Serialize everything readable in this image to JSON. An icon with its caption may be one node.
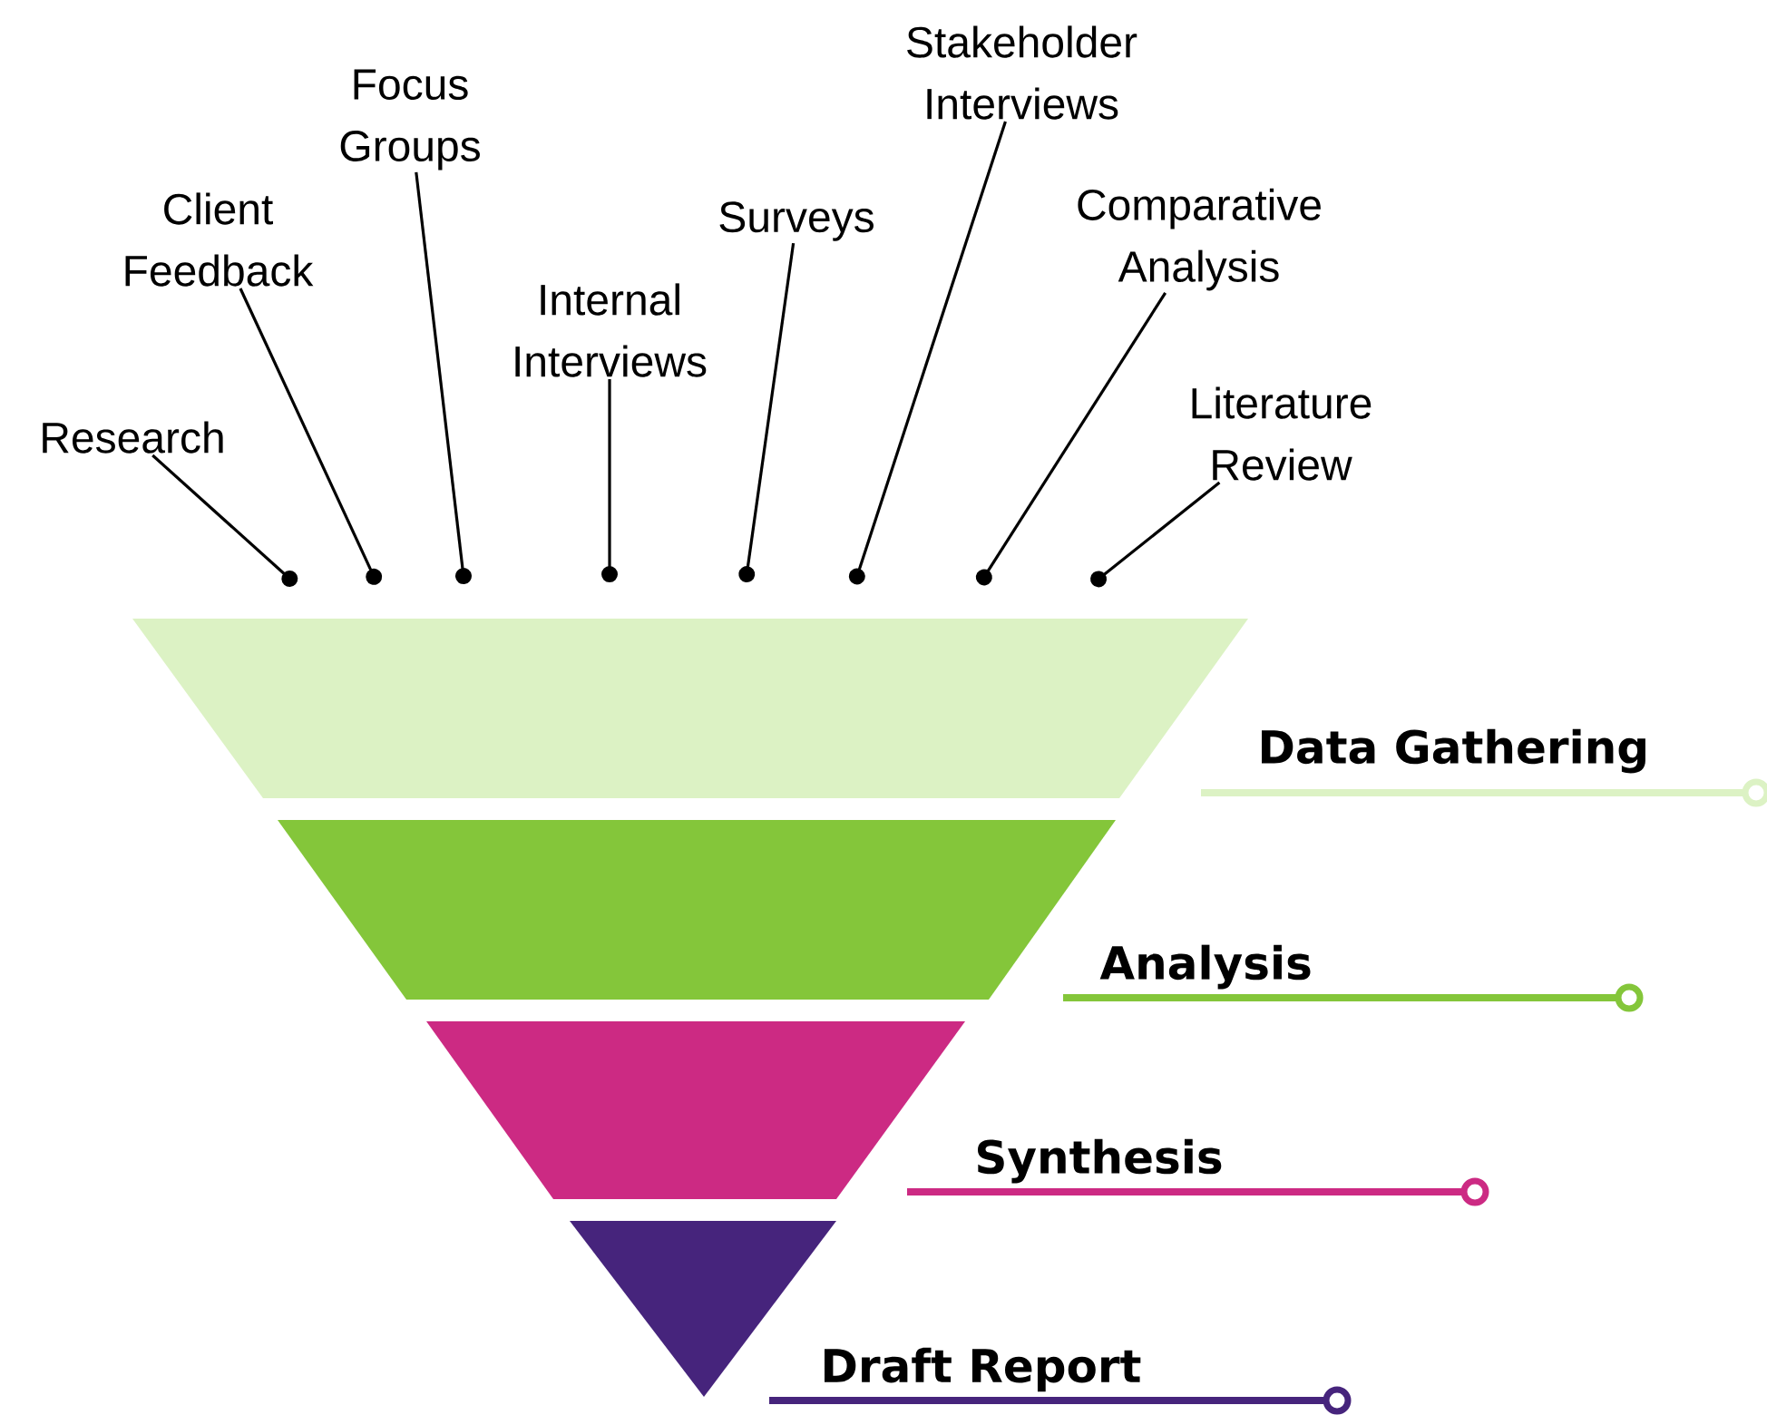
{
  "diagram": {
    "nodes": [
      {
        "text": [],
        "shape": "trapezoid",
        "beside": [
          "Data Gathering"
        ]
      },
      {
        "text": [],
        "shape": "trapezoid",
        "beside": [
          "Analysis"
        ]
      },
      {
        "text": [],
        "shape": "trapezoid",
        "beside": [
          "Synthesis"
        ]
      },
      {
        "text": [],
        "shape": "triangle",
        "beside": [
          "Draft Report"
        ]
      },
      {
        "text": [
          "Research"
        ]
      },
      {
        "text": [
          "Client Feedback"
        ]
      },
      {
        "text": [
          "Focus Groups"
        ]
      },
      {
        "text": [
          "Internal Interviews"
        ]
      },
      {
        "text": [
          "Surveys"
        ]
      },
      {
        "text": [
          "Stakeholder Interviews"
        ]
      },
      {
        "text": [
          "Comparative Analysis"
        ]
      },
      {
        "text": [
          "Literature Review"
        ]
      }
    ],
    "edges": [
      {
        "from": 4,
        "to": null,
        "arrow": "other"
      },
      {
        "from": 5,
        "to": null,
        "arrow": "other"
      },
      {
        "from": 6,
        "to": null,
        "arrow": "other"
      },
      {
        "from": 7,
        "to": null,
        "arrow": "other"
      },
      {
        "from": 8,
        "to": null,
        "arrow": "other"
      },
      {
        "from": 9,
        "to": null,
        "arrow": "other"
      },
      {
        "from": 10,
        "to": null,
        "arrow": "other"
      },
      {
        "from": 11,
        "to": null,
        "arrow": "other"
      }
    ]
  }
}
